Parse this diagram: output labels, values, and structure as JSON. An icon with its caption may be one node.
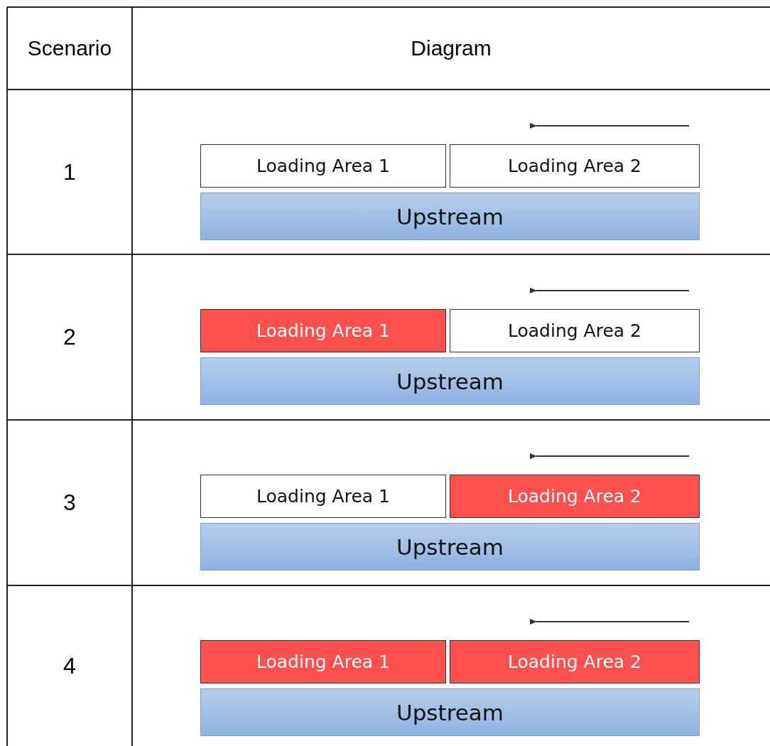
{
  "diagram": {
    "nodes": [
      {
        "text": [
          "Loading Area 1"
        ]
      },
      {
        "text": [
          "Loading Area 2"
        ]
      },
      {
        "text": [
          "Upstream"
        ]
      },
      {
        "text": [
          "Loading Area 1"
        ]
      },
      {
        "text": [
          "Loading Area 2"
        ]
      },
      {
        "text": [
          "Upstream"
        ]
      },
      {
        "text": [
          "Loading Area 1"
        ]
      },
      {
        "text": [
          "Loading Area 2"
        ]
      },
      {
        "text": [
          "Upstream"
        ]
      },
      {
        "text": [
          "Loading Area 1"
        ]
      },
      {
        "text": [
          "Loading Area 2"
        ]
      },
      {
        "text": [
          "Upstream"
        ]
      }
    ],
    "labels": [
      "Scenario",
      "Diagram",
      "1",
      "2",
      "3",
      "4"
    ]
  }
}
